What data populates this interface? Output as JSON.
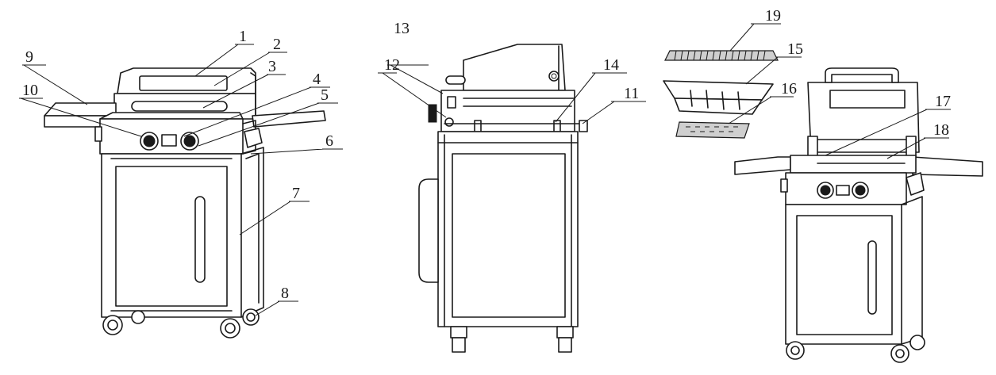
{
  "callouts": {
    "c1": "1",
    "c2": "2",
    "c3": "3",
    "c4": "4",
    "c5": "5",
    "c6": "6",
    "c7": "7",
    "c8": "8",
    "c9": "9",
    "c10": "10",
    "c11": "11",
    "c12": "12",
    "c13": "13",
    "c14": "14",
    "c15": "15",
    "c16": "16",
    "c17": "17",
    "c18": "18",
    "c19": "19"
  },
  "colors": {
    "line": "#1a1a1a",
    "background": "#ffffff",
    "shade": "#cfcfcf"
  }
}
